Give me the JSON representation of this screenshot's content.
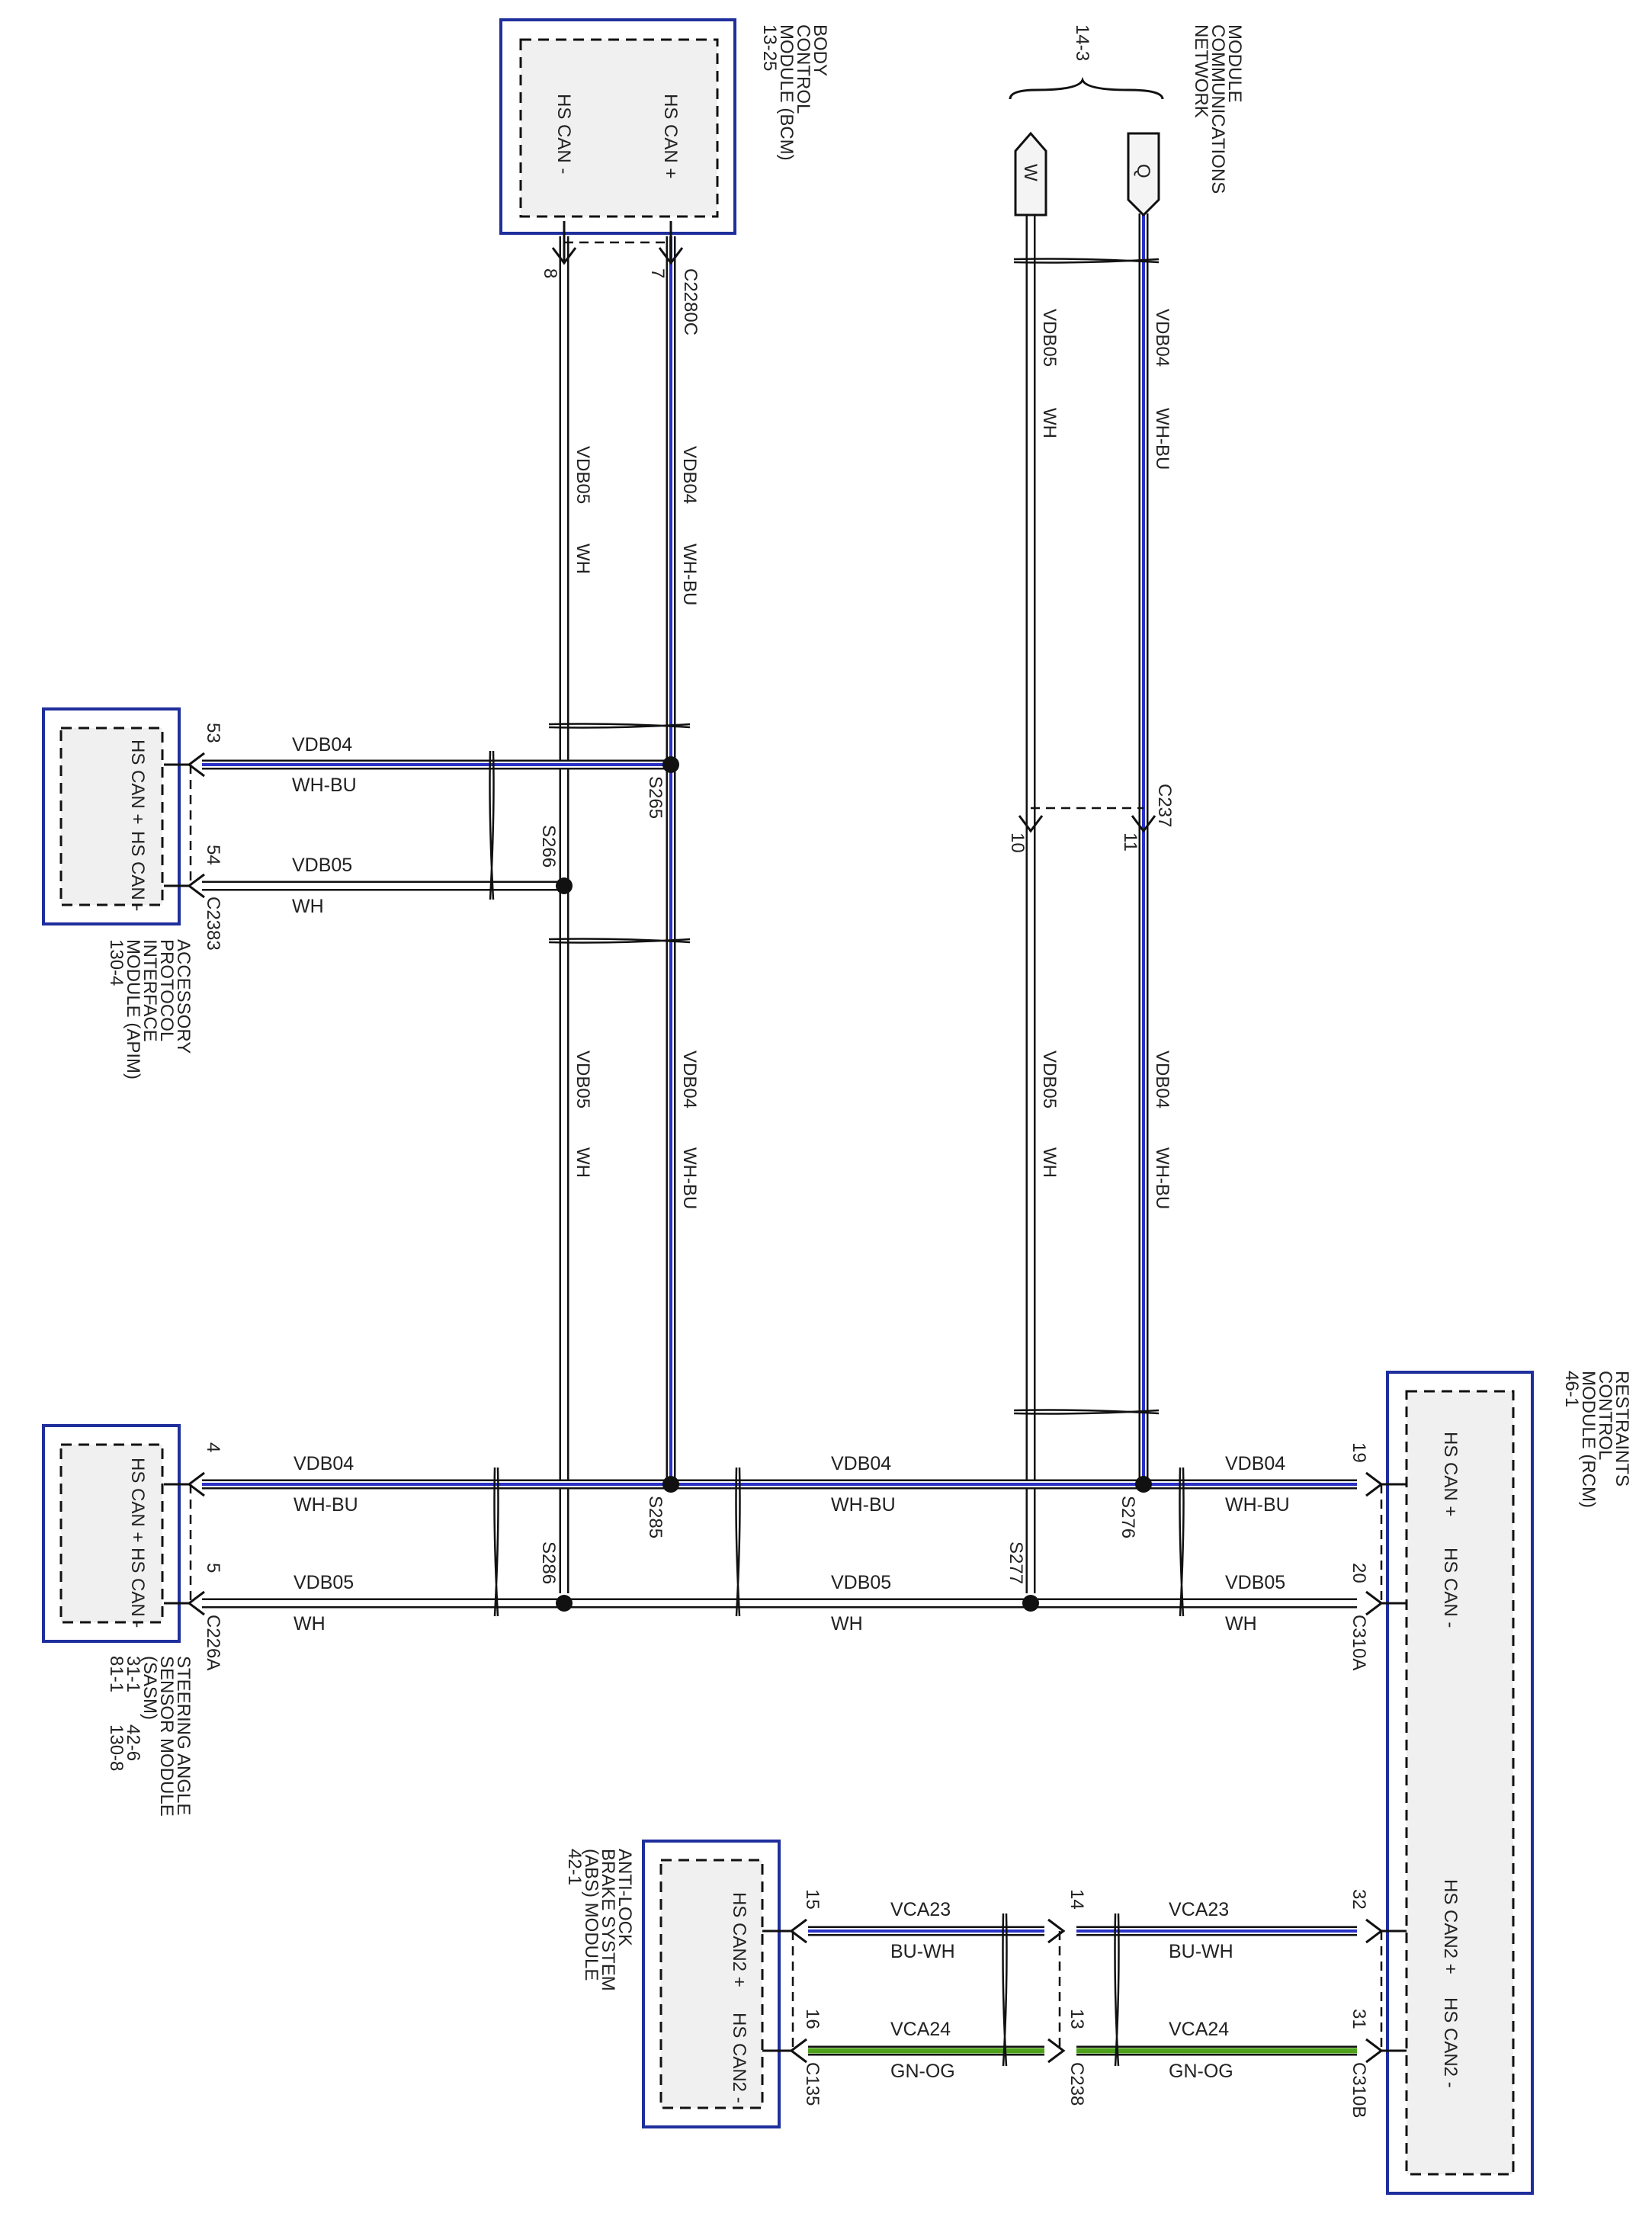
{
  "colors": {
    "blue": "#2a31c6",
    "green": "#4ea21a",
    "module_border": "#1f2f9c"
  },
  "modules": {
    "bcm": {
      "name": [
        "BODY",
        "CONTROL",
        "MODULE (BCM)",
        "13-25"
      ],
      "pin_plus": "HS CAN +",
      "pin_minus": "HS CAN -",
      "connector": "C2280C",
      "pin_no_plus": "7",
      "pin_no_minus": "8"
    },
    "mcn": {
      "name": [
        "MODULE",
        "COMMUNICATIONS",
        "NETWORK"
      ],
      "ref": "14-3",
      "flag_q": "Q",
      "flag_w": "W"
    },
    "apim": {
      "name": [
        "ACCESSORY",
        "PROTOCOL",
        "INTERFACE",
        "MODULE (APIM)",
        "130-4"
      ],
      "pin_plus": "HS CAN +",
      "pin_minus": "HS CAN -",
      "connector": "C2383",
      "pin_no_plus": "53",
      "pin_no_minus": "54"
    },
    "sasm": {
      "name": [
        "STEERING ANGLE",
        "SENSOR MODULE",
        "(SASM)"
      ],
      "refs_a": "31-1",
      "refs_b": "42-6",
      "refs_c": "81-1",
      "refs_d": "130-8",
      "pin_plus": "HS CAN +",
      "pin_minus": "HS CAN -",
      "connector": "C226A",
      "pin_no_plus": "4",
      "pin_no_minus": "5"
    },
    "rcm": {
      "name": [
        "RESTRAINTS",
        "CONTROL",
        "MODULE (RCM)",
        "46-1"
      ],
      "pin_plus": "HS CAN +",
      "pin_minus": "HS CAN -",
      "pin_can2_plus": "HS CAN2 +",
      "pin_can2_minus": "HS CAN2 -",
      "connector_a": "C310A",
      "connector_b": "C310B",
      "pin_no_plus": "19",
      "pin_no_minus": "20",
      "pin_no_can2_plus": "32",
      "pin_no_can2_minus": "31"
    },
    "abs": {
      "name": [
        "ANTI-LOCK",
        "BRAKE SYSTEM",
        "(ABS) MODULE",
        "42-1"
      ],
      "pin_plus": "HS CAN2 +",
      "pin_minus": "HS CAN2 -",
      "connector": "C135",
      "pin_no_plus": "15",
      "pin_no_minus": "16"
    }
  },
  "connectors": {
    "c237": {
      "name": "C237",
      "pin_a": "11",
      "pin_b": "10"
    },
    "c238": {
      "name": "C238",
      "pin_a": "14",
      "pin_b": "13"
    }
  },
  "splices": {
    "s265": "S265",
    "s266": "S266",
    "s285": "S285",
    "s286": "S286",
    "s276": "S276",
    "s277": "S277"
  },
  "wires": {
    "vdb04": {
      "circuit": "VDB04",
      "color": "WH-BU"
    },
    "vdb05": {
      "circuit": "VDB05",
      "color": "WH"
    },
    "vca23": {
      "circuit": "VCA23",
      "color": "BU-WH"
    },
    "vca24": {
      "circuit": "VCA24",
      "color": "GN-OG"
    }
  }
}
